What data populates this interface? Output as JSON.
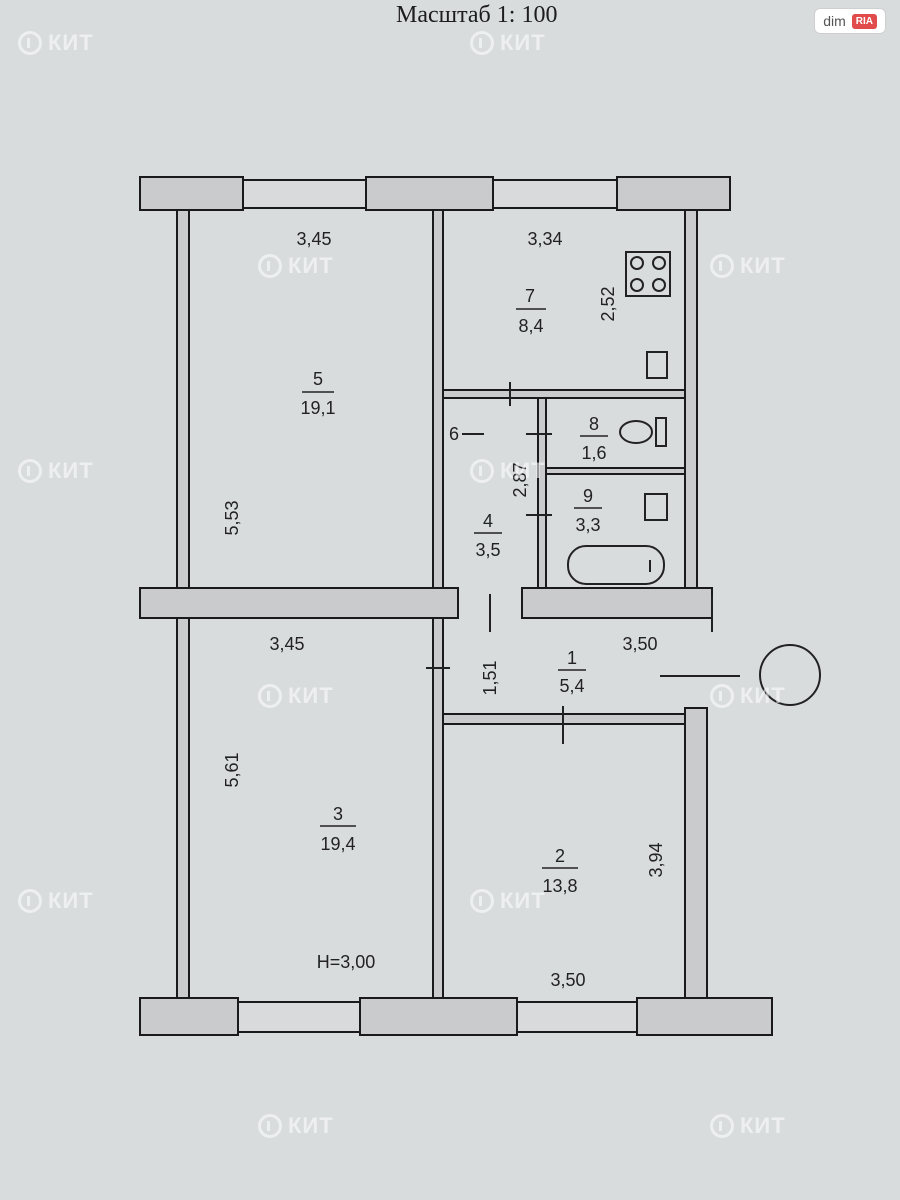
{
  "title": "Масштаб 1: 100",
  "logo": {
    "text": "dim",
    "badge": "RIA"
  },
  "watermark": "КИТ",
  "height_label": "Н=3,00",
  "rooms": {
    "r5": {
      "num": "5",
      "area": "19,1"
    },
    "r7": {
      "num": "7",
      "area": "8,4"
    },
    "r6": {
      "num": "6"
    },
    "r8": {
      "num": "8",
      "area": "1,6"
    },
    "r9": {
      "num": "9",
      "area": "3,3"
    },
    "r4": {
      "num": "4",
      "area": "3,5"
    },
    "r1": {
      "num": "1",
      "area": "5,4"
    },
    "r3": {
      "num": "3",
      "area": "19,4"
    },
    "r2": {
      "num": "2",
      "area": "13,8"
    }
  },
  "dims": {
    "top_left": "3,45",
    "top_right": "3,34",
    "kitchen_depth": "2,52",
    "left_upper": "5,53",
    "bath_block": "2,87",
    "mid_left": "3,45",
    "hall_width": "3,50",
    "hall_depth": "1,51",
    "left_lower": "5,61",
    "right_lower": "3,94",
    "bottom": "3,50"
  }
}
